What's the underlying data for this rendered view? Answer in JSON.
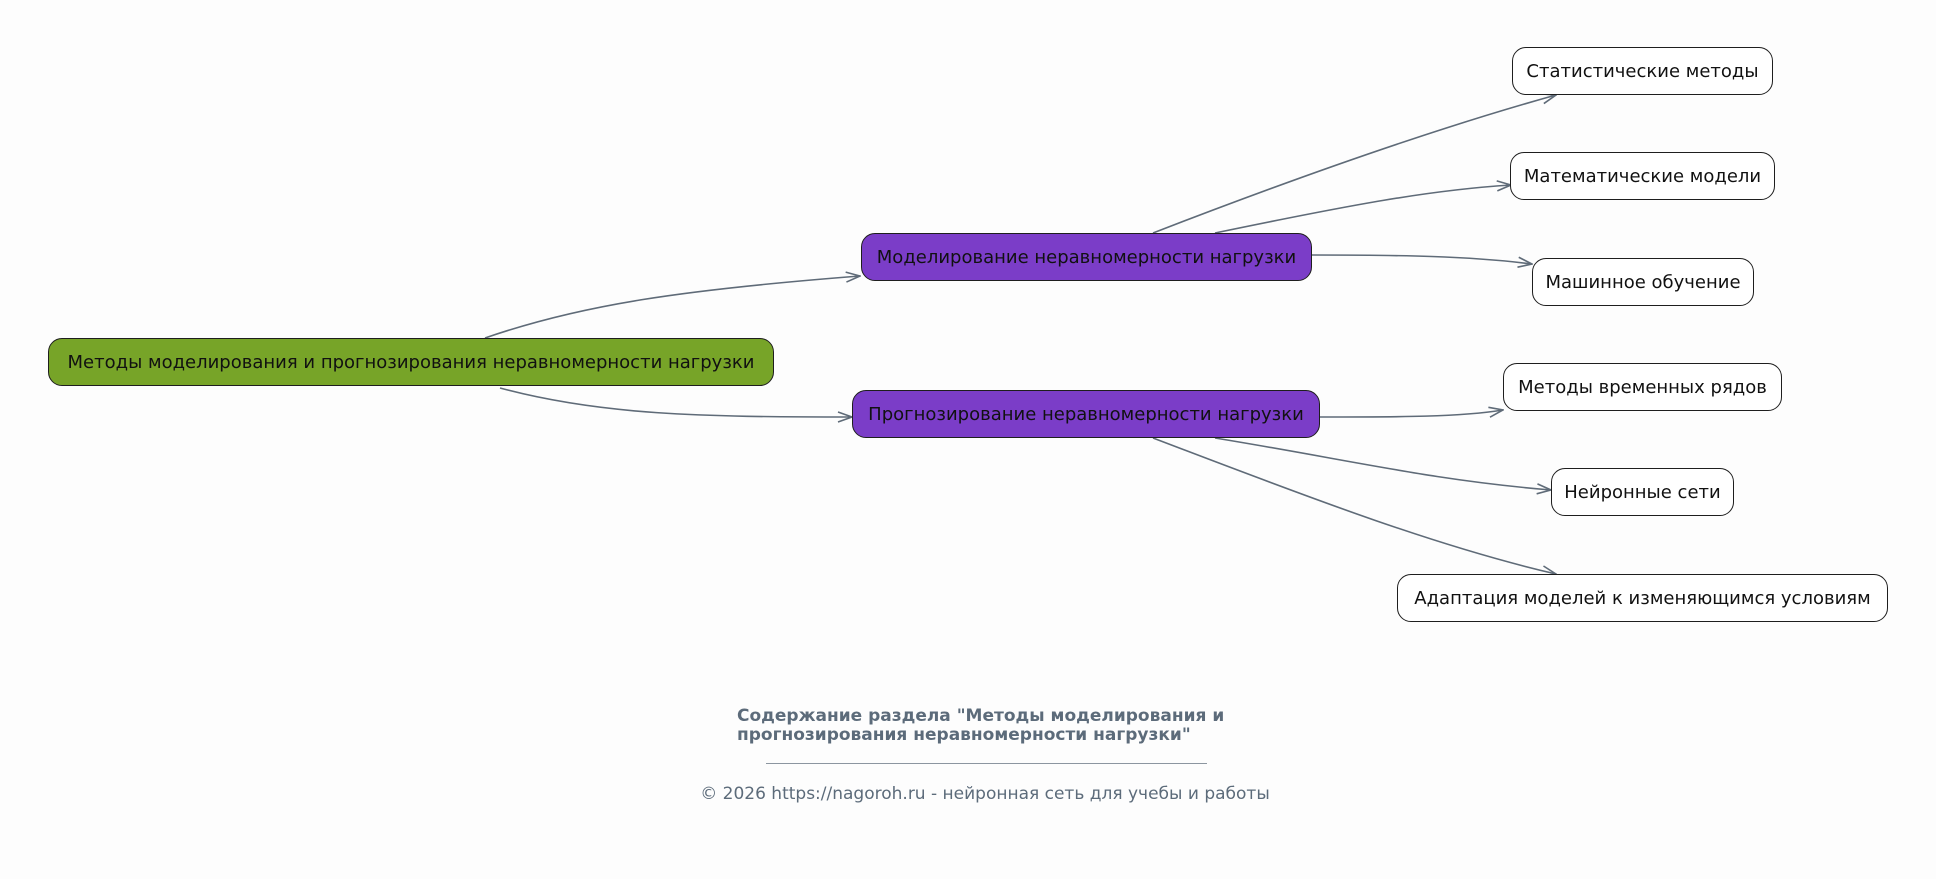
{
  "diagram": {
    "root": {
      "label": "Методы моделирования и прогнозирования неравномерности нагрузки",
      "color": "#77a428"
    },
    "branches": [
      {
        "label": "Моделирование неравномерности нагрузки",
        "color": "#7b3dc8",
        "children": [
          "Статистические методы",
          "Математические модели",
          "Машинное обучение"
        ]
      },
      {
        "label": "Прогнозирование неравномерности нагрузки",
        "color": "#7b3dc8",
        "children": [
          "Методы временных рядов",
          "Нейронные сети",
          "Адаптация моделей к изменяющимся условиям"
        ]
      }
    ],
    "edge_color": "#5f6b78"
  },
  "caption": {
    "title_line1": "Содержание раздела \"Методы моделирования и",
    "title_line2": "прогнозирования неравномерности нагрузки\"",
    "copyright": "© 2026 https://nagoroh.ru - нейронная сеть для учебы и работы"
  }
}
